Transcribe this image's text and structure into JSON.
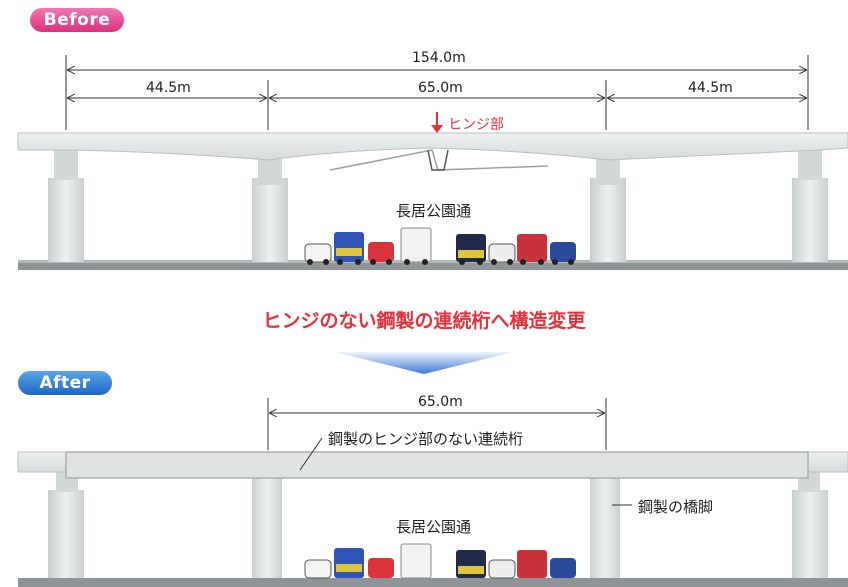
{
  "before": {
    "badge": "Before",
    "total_span": "154.0m",
    "span_left": "44.5m",
    "span_center": "65.0m",
    "span_right": "44.5m",
    "hinge_label": "ヒンジ部",
    "road_label": "長居公園通"
  },
  "transition": {
    "headline": "ヒンジのない鋼製の連続桁へ構造変更"
  },
  "after": {
    "badge": "After",
    "span_center": "65.0m",
    "girder_label": "鋼製のヒンジ部のない連続桁",
    "pier_label": "鋼製の橋脚",
    "road_label": "長居公園通"
  },
  "colors": {
    "before_badge": "#e0468f",
    "after_badge": "#2a78d0",
    "headline": "#e8303a",
    "arrow": "#3b7bd6",
    "concrete": "#dfe3e3",
    "road": "#8f9596"
  }
}
